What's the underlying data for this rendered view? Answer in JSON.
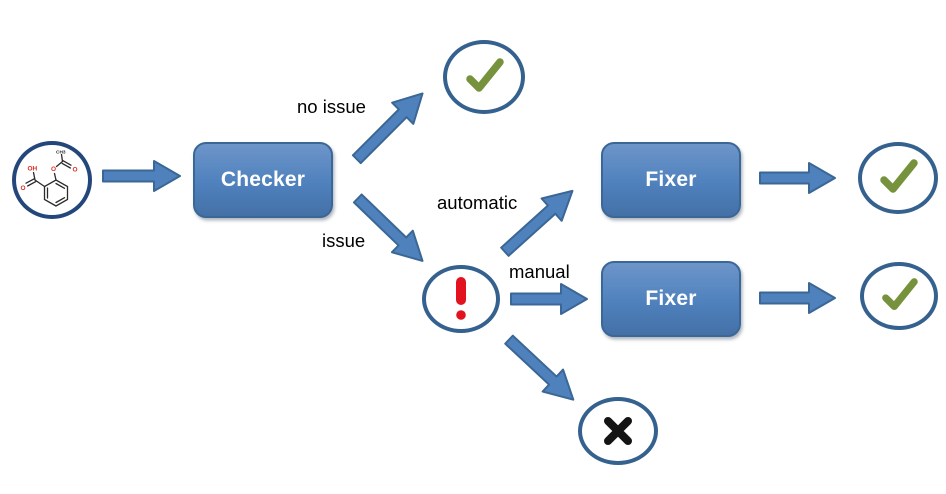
{
  "colors": {
    "background": "#ffffff",
    "node_fill": "#4f81bd",
    "node_fill_light": "#6d95c9",
    "node_fill_dark": "#4470a6",
    "node_border": "#3a6795",
    "node_text": "#ffffff",
    "arrow_fill": "#4f81bd",
    "arrow_border": "#3a6795",
    "circle_border": "#35618f",
    "molecule_border": "#24477b",
    "check_green": "#76923c",
    "error_red": "#e2131f",
    "cross_black": "#141414",
    "label_text": "#000000",
    "atom_red": "#d93025"
  },
  "nodes": {
    "checker": {
      "label": "Checker"
    },
    "fixer_automatic": {
      "label": "Fixer"
    },
    "fixer_manual": {
      "label": "Fixer"
    }
  },
  "edges": [
    {
      "id": "molecule-to-checker",
      "label": ""
    },
    {
      "id": "checker-to-ok",
      "label": "no issue"
    },
    {
      "id": "checker-to-issue",
      "label": "issue"
    },
    {
      "id": "issue-to-fixer-automatic",
      "label": "automatic"
    },
    {
      "id": "issue-to-fixer-manual",
      "label": "manual"
    },
    {
      "id": "fixer-automatic-to-ok",
      "label": ""
    },
    {
      "id": "fixer-manual-to-ok",
      "label": ""
    },
    {
      "id": "issue-to-rejected",
      "label": ""
    }
  ],
  "molecule": {
    "icon": "aspirin-structure-icon",
    "labels": {
      "oh": "OH",
      "o_carboxyl": "O",
      "o_ester": "O",
      "o_acetyl": "O",
      "ch3": "CH3"
    }
  },
  "symbols": {
    "ok": "check",
    "issue": "exclamation",
    "rejected": "cross"
  }
}
